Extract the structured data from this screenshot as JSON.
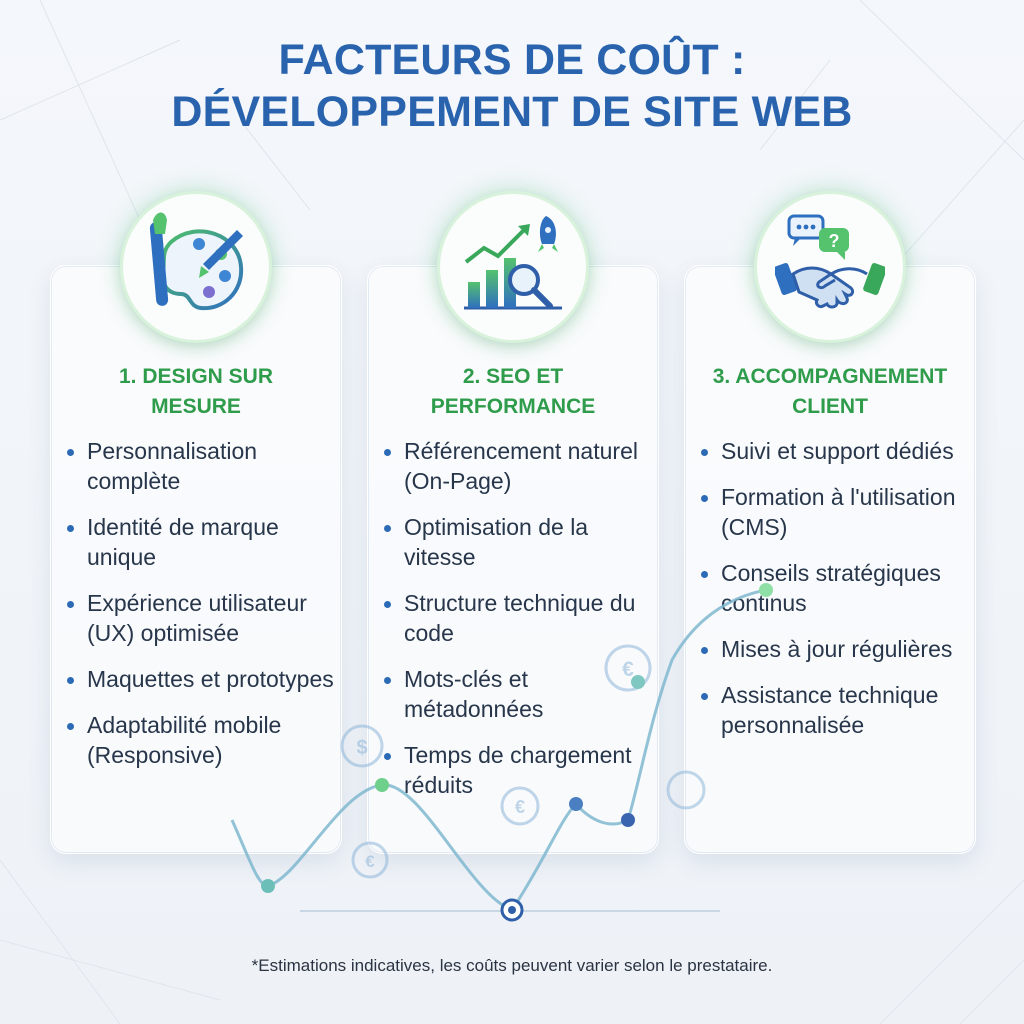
{
  "header": {
    "title_line1": "FACTEURS DE COÛT :",
    "title_line2": "DÉVELOPPEMENT DE SITE WEB"
  },
  "cards": [
    {
      "icon": "palette-brush-icon",
      "title_line1": "1. DESIGN SUR",
      "title_line2": "MESURE",
      "items": [
        "Personnalisation complète",
        "Identité de marque unique",
        "Expérience utilisateur (UX) optimisée",
        "Maquettes et prototypes",
        "Adaptabilité mobile (Responsive)"
      ]
    },
    {
      "icon": "growth-chart-rocket-icon",
      "title_line1": "2. SEO ET",
      "title_line2": "PERFORMANCE",
      "items": [
        "Référencement naturel (On-Page)",
        "Optimisation de la vitesse",
        "Structure technique du code",
        "Mots-clés et métadonnées",
        "Temps de chargement réduits"
      ]
    },
    {
      "icon": "handshake-chat-icon",
      "title_line1": "3. ACCOMPAGNEMENT",
      "title_line2": "CLIENT",
      "items": [
        "Suivi et support dédiés",
        "Formation à l'utilisation (CMS)",
        "Conseils stratégiques continus",
        "Mises à jour régulières",
        "Assistance technique personnalisée"
      ]
    }
  ],
  "footnote": "*Estimations indicatives, les coûts peuvent varier selon le prestataire.",
  "colors": {
    "title": "#2a63ad",
    "accent_green": "#2f9c4c",
    "bullet": "#2d6ab5",
    "text": "#27364a"
  }
}
